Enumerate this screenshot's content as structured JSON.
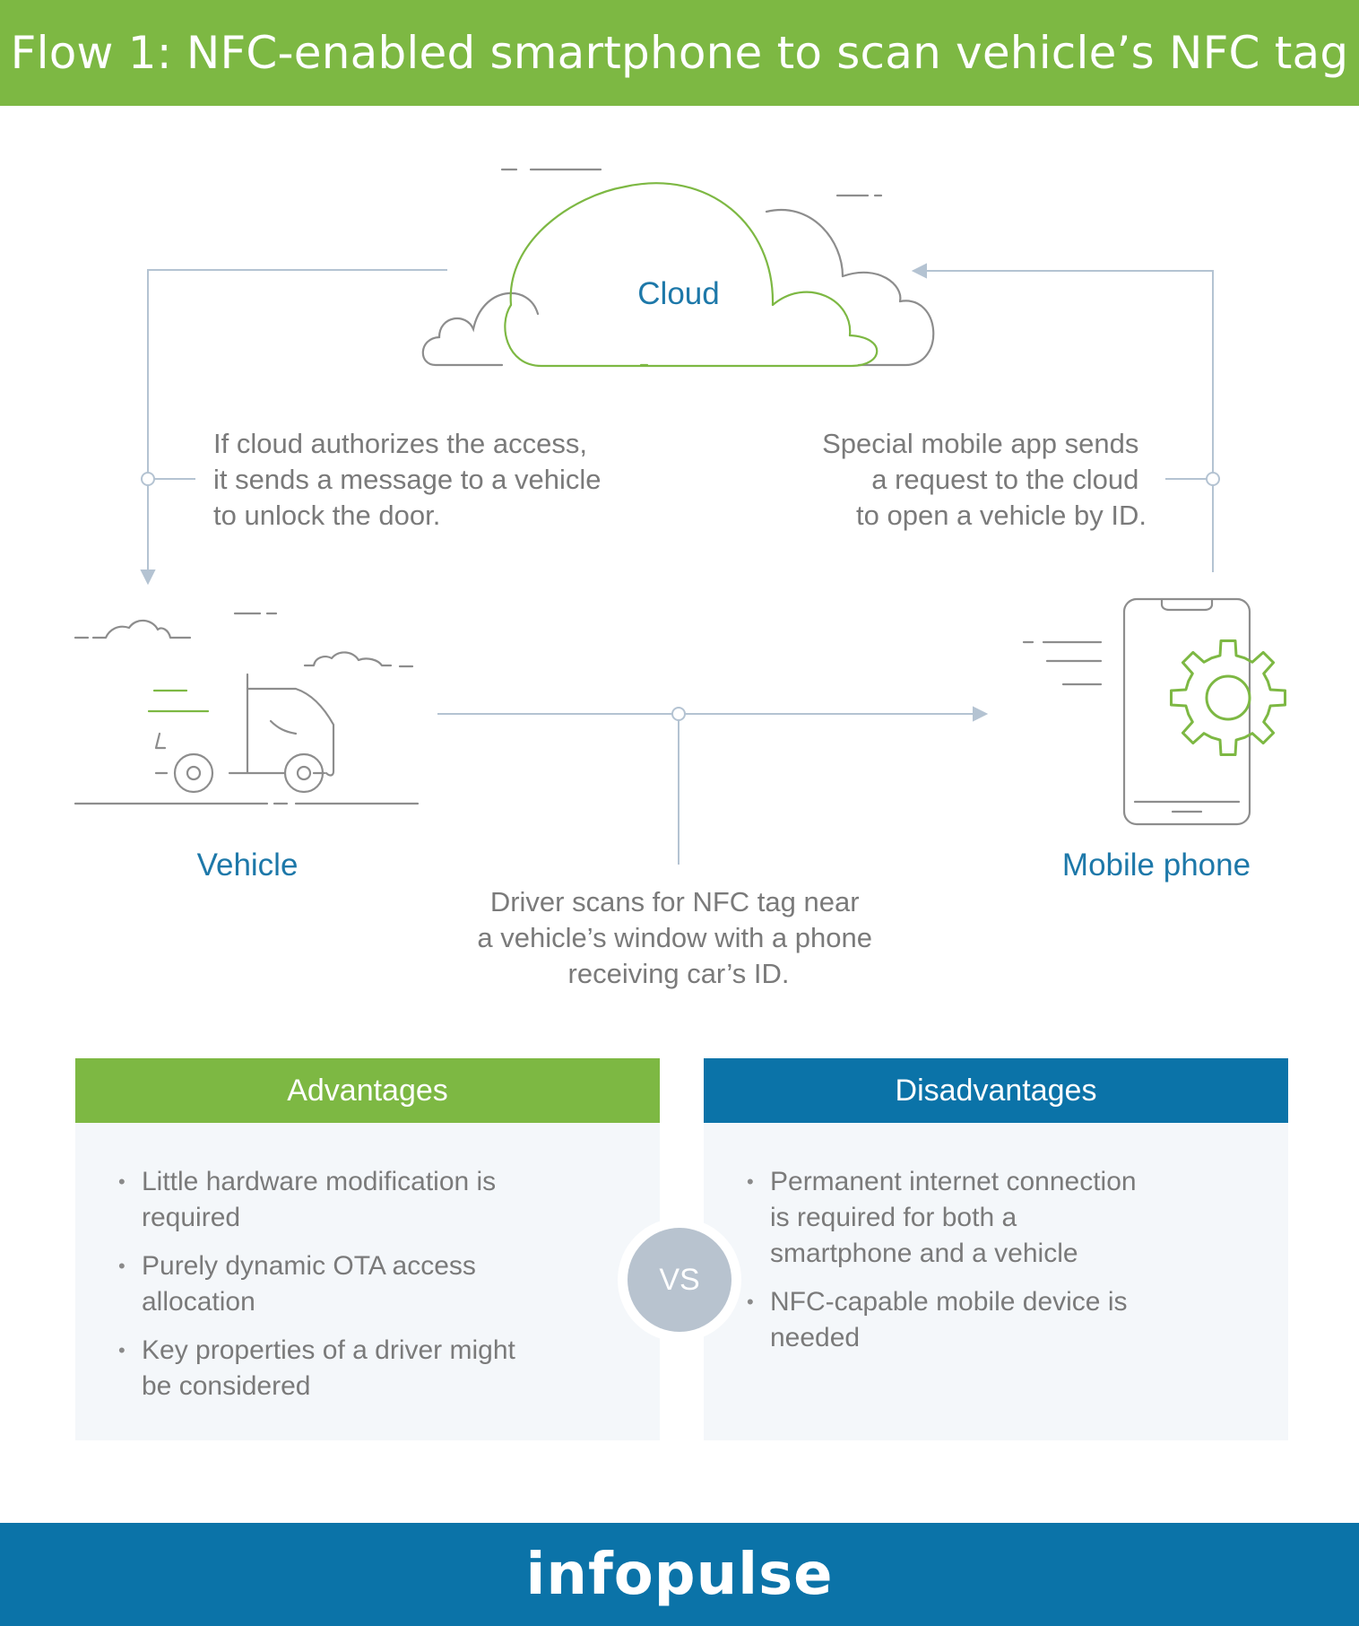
{
  "header": {
    "title": "Flow 1: NFC-enabled smartphone to scan vehicle’s NFC tag"
  },
  "diagram": {
    "nodes": {
      "cloud": "Cloud",
      "vehicle": "Vehicle",
      "phone": "Mobile phone"
    },
    "notes": {
      "cloud_to_vehicle": [
        "If cloud authorizes the access,",
        "it sends a message to a vehicle",
        "to unlock the door."
      ],
      "phone_to_cloud": [
        "Special mobile app sends",
        "a request  to the cloud",
        "to open a vehicle by ID."
      ],
      "vehicle_to_phone": [
        "Driver scans for NFC tag near",
        "a vehicle’s window with a phone",
        "receiving car’s ID."
      ]
    },
    "colors": {
      "accent_green": "#7db843",
      "accent_blue": "#0b73a8",
      "line": "#b4c3d2",
      "icon": "#7a7a7a"
    },
    "icons": [
      "cloud-icon",
      "truck-icon",
      "smartphone-icon",
      "gear-icon"
    ]
  },
  "advantages": {
    "title": "Advantages",
    "items": [
      [
        "Little hardware modification is",
        "required"
      ],
      [
        "Purely dynamic OTA access",
        "allocation"
      ],
      [
        "Key properties of a driver might",
        "be considered"
      ]
    ]
  },
  "disadvantages": {
    "title": "Disadvantages",
    "items": [
      [
        "Permanent internet connection",
        "is required for both a",
        "smartphone and a vehicle"
      ],
      [
        "NFC-capable mobile device is",
        "needed"
      ]
    ]
  },
  "vs_label": "VS",
  "footer": {
    "brand": "infopulse"
  }
}
